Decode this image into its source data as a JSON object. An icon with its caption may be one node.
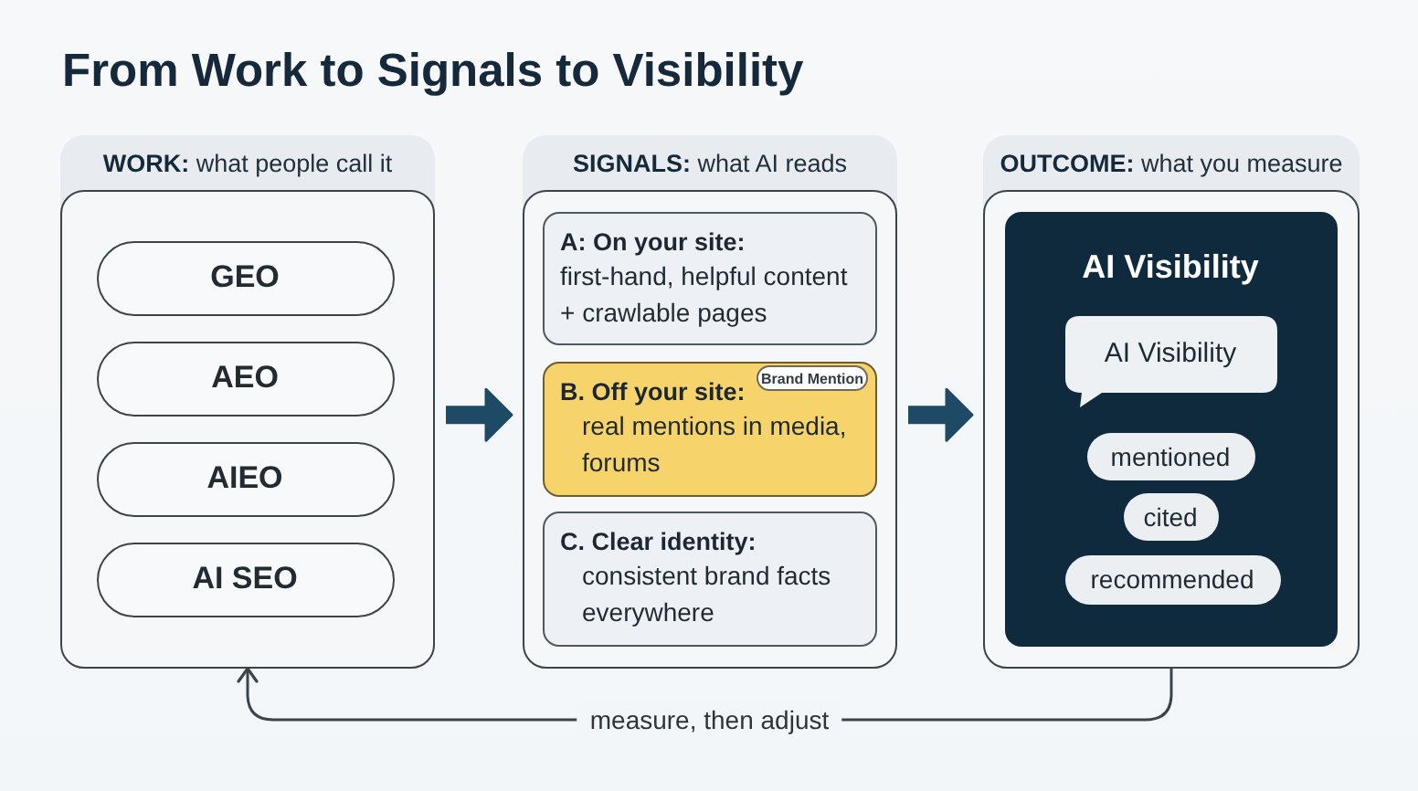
{
  "diagram": {
    "title": "From Work to Signals to Visibility",
    "nodes": [
      {
        "text": [
          "**WORK:** what people call it"
        ]
      },
      {
        "text": [],
        "shape": "box",
        "in": 0
      },
      {
        "text": [
          "GEO"
        ],
        "in": 1
      },
      {
        "text": [
          "AEO"
        ],
        "in": 1
      },
      {
        "text": [
          "AIEO"
        ],
        "in": 1
      },
      {
        "text": [
          "AI SEO"
        ],
        "in": 1
      },
      {
        "text": [
          "**SIGNALS:** what AI reads"
        ]
      },
      {
        "text": [],
        "shape": "box",
        "in": 6
      },
      {
        "text": [
          "A: On your site:",
          "first-hand, helpful content + crawlable pages"
        ],
        "in": 7
      },
      {
        "text": [
          "B. Off your site:",
          "real mentions in media, forums"
        ],
        "in": 7
      },
      {
        "text": [
          "Brand Mention"
        ],
        "in": 9
      },
      {
        "text": [
          "C. Clear identity:",
          "consistent brand facts everywhere"
        ],
        "in": 7
      },
      {
        "text": [
          "**OUTCOME:** what you measure"
        ]
      },
      {
        "text": [],
        "shape": "box",
        "in": 12
      },
      {
        "text": [
          "AI Visibility"
        ],
        "in": 13
      },
      {
        "text": [
          "AI Visibility"
        ],
        "in": 14
      },
      {
        "text": [
          "mentioned"
        ],
        "in": 14
      },
      {
        "text": [
          "cited"
        ],
        "in": 14
      },
      {
        "text": [
          "recommended"
        ],
        "in": 14
      }
    ],
    "edges": [
      {
        "from": 1,
        "to": 7,
        "arrow": "to"
      },
      {
        "from": 7,
        "to": 13,
        "arrow": "to"
      },
      {
        "from": 13,
        "to": 1,
        "arrow": "to",
        "label": "measure, then adjust",
        "color": "#3b444b"
      }
    ]
  }
}
